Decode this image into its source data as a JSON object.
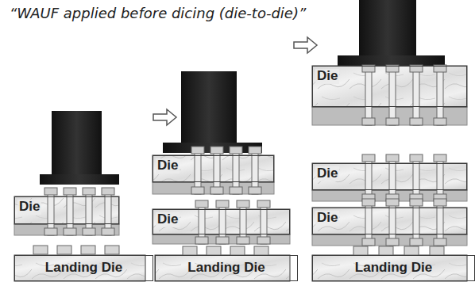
{
  "diagram": {
    "title": "“WAUF applied before dicing (die-to-die)”",
    "nodes": [
      {
        "text": [
          "Die"
        ]
      },
      {
        "text": [
          "Landing Die"
        ]
      },
      {
        "text": [
          "Die"
        ]
      },
      {
        "text": [
          "Die"
        ]
      },
      {
        "text": [
          "Landing Die"
        ]
      },
      {
        "text": [
          "Die"
        ]
      },
      {
        "text": [
          "Die"
        ]
      },
      {
        "text": [
          "Die"
        ]
      },
      {
        "text": [
          "Landing Die"
        ]
      }
    ]
  }
}
